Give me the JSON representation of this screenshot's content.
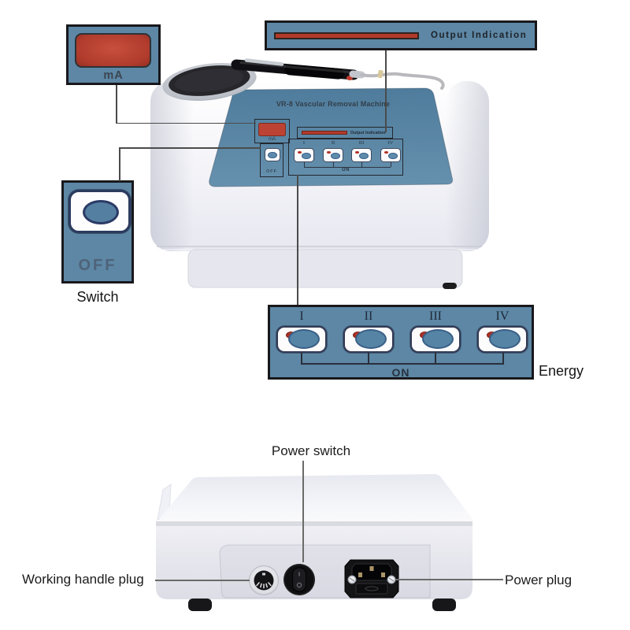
{
  "front_view": {
    "panel_title": "VR-8 Vascular Removal Machine",
    "panel": {
      "ma_label": "mA",
      "output_indication_label": "Output Indication",
      "off_label": "OFF",
      "on_label": "ON",
      "energy_levels": [
        "I",
        "II",
        "III",
        "IV"
      ]
    }
  },
  "callouts": {
    "ma_display": {
      "label": "mA"
    },
    "output_indication": {
      "label": "Output Indication"
    },
    "power_switch_front": {
      "button_label": "OFF",
      "caption": "Switch"
    },
    "energy": {
      "levels": [
        "I",
        "II",
        "III",
        "IV"
      ],
      "on_label": "ON",
      "caption": "Energy"
    }
  },
  "back_view": {
    "power_switch_label": "Power switch",
    "working_handle_plug_label": "Working handle plug",
    "power_plug_label": "Power plug"
  },
  "theme": {
    "callout_blue": "#5d87a5",
    "panel_blue_top": "#4f7c9c",
    "panel_blue_bottom": "#6691ae",
    "display_red": "#bc4333",
    "indicator_red": "#b23a2b",
    "outline_dark": "#18181c",
    "label_text": "#1c1c1c",
    "connector_line": "#4b4b4b"
  }
}
